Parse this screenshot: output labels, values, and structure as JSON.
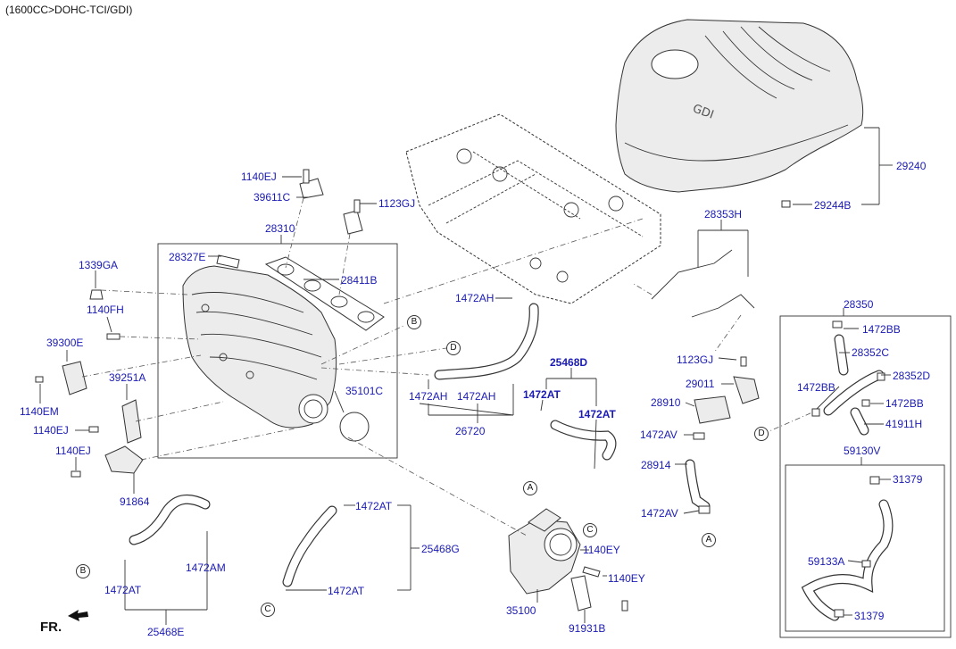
{
  "header": {
    "engine_spec": "(1600CC>DOHC-TCI/GDI)"
  },
  "direction_marker": "FR.",
  "callouts": {
    "A": "A",
    "B": "B",
    "C": "C",
    "D": "D"
  },
  "labels": {
    "l_1140EJ_top": "1140EJ",
    "l_39611C": "39611C",
    "l_1123GJ_top": "1123GJ",
    "l_28310": "28310",
    "l_28327E": "28327E",
    "l_28411B": "28411B",
    "l_1339GA": "1339GA",
    "l_1140FH": "1140FH",
    "l_39300E": "39300E",
    "l_1140EM": "1140EM",
    "l_39251A": "39251A",
    "l_1140EJ_mid": "1140EJ",
    "l_1140EJ_low": "1140EJ",
    "l_91864": "91864",
    "l_35101C": "35101C",
    "l_1472AH_top": "1472AH",
    "l_1472AH_a": "1472AH",
    "l_1472AH_b": "1472AH",
    "l_26720": "26720",
    "l_25468D": "25468D",
    "l_1472AT_a": "1472AT",
    "l_1472AT_b": "1472AT",
    "l_1472AT_c": "1472AT",
    "l_25468G": "25468G",
    "l_1472AT_d": "1472AT",
    "l_1472AT_e": "1472AT",
    "l_1472AM": "1472AM",
    "l_25468E": "25468E",
    "l_1140EY_a": "1140EY",
    "l_1140EY_b": "1140EY",
    "l_35100": "35100",
    "l_91931B": "91931B",
    "l_29240": "29240",
    "l_29244B": "29244B",
    "l_28353H": "28353H",
    "l_1123GJ_mid": "1123GJ",
    "l_29011": "29011",
    "l_28910": "28910",
    "l_1472AV_a": "1472AV",
    "l_28914": "28914",
    "l_1472AV_b": "1472AV",
    "l_28350": "28350",
    "l_1472BB_a": "1472BB",
    "l_28352C": "28352C",
    "l_28352D": "28352D",
    "l_1472BB_b": "1472BB",
    "l_1472BB_c": "1472BB",
    "l_41911H": "41911H",
    "l_59130V": "59130V",
    "l_31379_a": "31379",
    "l_59133A": "59133A",
    "l_31379_b": "31379"
  }
}
